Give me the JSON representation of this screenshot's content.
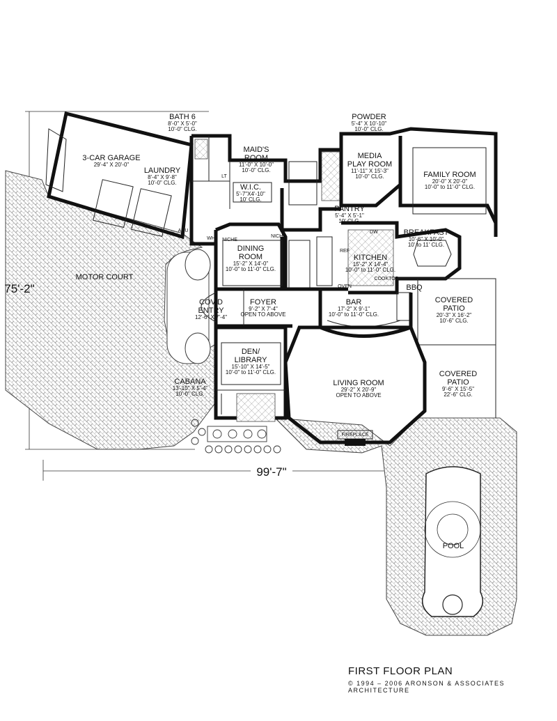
{
  "plan": {
    "overall_height": "75'-2\"",
    "overall_width": "99'-7\""
  },
  "rooms": {
    "bath6": {
      "name": "BATH 6",
      "dim": "8'-0\" X 5'-0\"",
      "clg": "10'-0\" CLG."
    },
    "powder": {
      "name": "POWDER",
      "dim": "5'-4\" X 10'-10\"",
      "clg": "10'-0\" CLG."
    },
    "garage": {
      "name": "3-CAR GARAGE",
      "dim": "29'-4\" X 20'-0\""
    },
    "maids": {
      "name1": "MAID'S",
      "name2": "ROOM",
      "dim": "11'-0\" X 10'-0\"",
      "clg": "10'-0\" CLG."
    },
    "media": {
      "name1": "MEDIA",
      "name2": "PLAY ROOM",
      "dim": "11'-11\" X 15'-3\"",
      "clg": "10'-0\" CLG."
    },
    "family": {
      "name": "FAMILY ROOM",
      "dim": "20'-0\" X 20'-0\"",
      "clg": "10'-0\" to 11'-0\" CLG."
    },
    "laundry": {
      "name": "LAUNDRY",
      "dim": "8'-4\" X 9'-8\"",
      "clg": "10'-0\" CLG."
    },
    "wic": {
      "name": "W.I.C.",
      "dim": "5'-7\"X4'-10\"",
      "clg": "10' CLG."
    },
    "pantry": {
      "name": "PANTRY",
      "dim": "5'-4\" X 5'-1\"",
      "clg": "10' CLG."
    },
    "breakfast": {
      "name": "BREAKFAST",
      "dim": "10'-6\" X 10'-0\"",
      "clg": "10' to 11' CLG."
    },
    "dining": {
      "name1": "DINING",
      "name2": "ROOM",
      "dim": "15'-2\" X 14'-0\"",
      "clg": "10'-0\" to 11'-0\" CLG."
    },
    "kitchen": {
      "name": "KITCHEN",
      "dim": "15'-2\" X 14'-4\"",
      "clg": "10'-0\" to 11'-0\" CLG."
    },
    "motor": {
      "name": "MOTOR COURT"
    },
    "bbq": {
      "name": "BBQ"
    },
    "covpatio1": {
      "name1": "COVERED",
      "name2": "PATIO",
      "dim": "20'-3\" X 16'-2\"",
      "clg": "10'-6\" CLG."
    },
    "covd": {
      "name1": "COV'D",
      "name2": "ENTRY",
      "dim": "12'-6\" X 7'-4\""
    },
    "foyer": {
      "name": "FOYER",
      "dim": "9'-2\" X 7'-4\"",
      "clg": "OPEN TO ABOVE"
    },
    "bar": {
      "name": "BAR",
      "dim": "17'-2\" X 9'-1\"",
      "clg": "10'-0\" to 11'-0\" CLG."
    },
    "den": {
      "name1": "DEN/",
      "name2": "LIBRARY",
      "dim": "15'-10\" X 14'-5\"",
      "clg": "10'-0\" to 11'-0\" CLG."
    },
    "living": {
      "name": "LIVING ROOM",
      "dim": "29'-2\" X 20'-9\"",
      "clg": "OPEN TO ABOVE"
    },
    "covpatio2": {
      "name1": "COVERED",
      "name2": "PATIO",
      "dim": "9'-6\" X 15'-5\"",
      "clg": "22'-6\" CLG."
    },
    "cabana": {
      "name": "CABANA",
      "dim": "13'-10\" X 5'-4\"",
      "clg": "10'-0\" CLG."
    },
    "pool": {
      "name": "POOL"
    }
  },
  "fixtures": {
    "fireplace": "FIREPLACE",
    "dw": "DW",
    "cooktop": "COOKTOP",
    "oven": "OVEN",
    "ref": "REF",
    "ahu": "AHU",
    "wh": "WH",
    "niche1": "NICHE",
    "niche2": "NICHE",
    "lt": "LT"
  },
  "title_block": {
    "title": "FIRST FLOOR PLAN",
    "copyright": "© 1994 – 2006 ARONSON & ASSOCIATES ARCHITECTURE"
  }
}
